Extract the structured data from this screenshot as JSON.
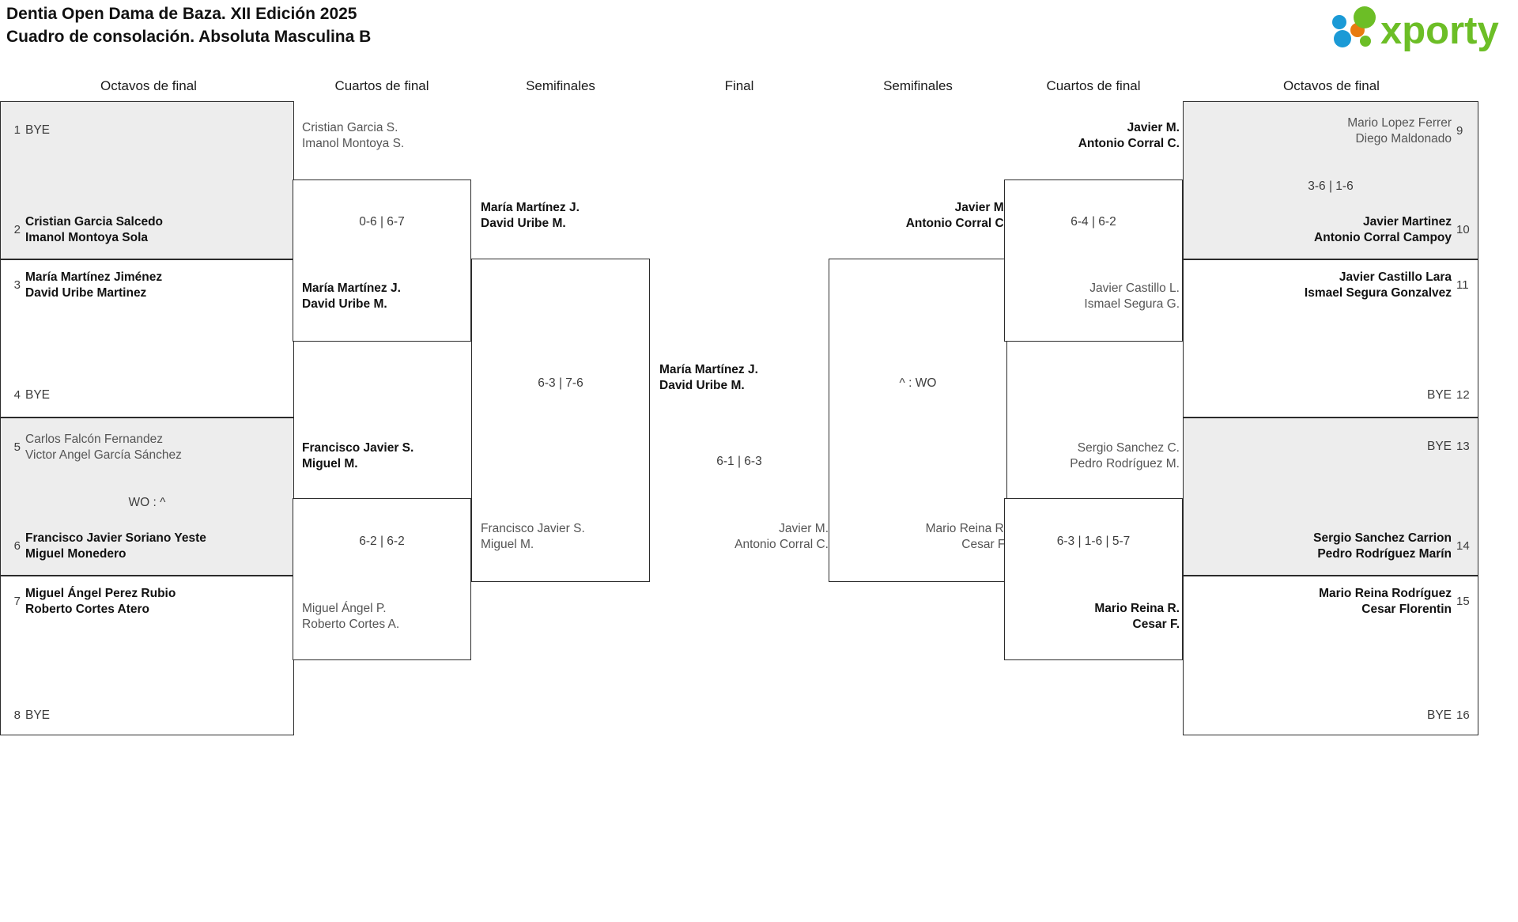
{
  "header": {
    "title_line1": "Dentia Open Dama de Baza. XII Edición 2025",
    "title_line2": "Cuadro de consolación. Absoluta Masculina B",
    "logo_text": "xporty",
    "logo_colors": {
      "green": "#6cbe26",
      "blue": "#1b9ad6",
      "orange": "#e87b10"
    }
  },
  "round_headers": {
    "left_r16": "Octavos de final",
    "left_qf": "Cuartos de final",
    "left_sf": "Semifinales",
    "final": "Final",
    "right_sf": "Semifinales",
    "right_qf": "Cuartos de final",
    "right_r16": "Octavos de final"
  },
  "bracket": {
    "left_r16": [
      {
        "seed": "1",
        "line1": "BYE",
        "line2": "",
        "state": "bye",
        "shade": true
      },
      {
        "seed": "2",
        "line1": "Cristian Garcia Salcedo",
        "line2": "Imanol Montoya Sola",
        "state": "win",
        "shade": true
      },
      {
        "seed": "3",
        "line1": "María Martínez Jiménez",
        "line2": "David Uribe Martinez",
        "state": "win",
        "shade": false
      },
      {
        "seed": "4",
        "line1": "BYE",
        "line2": "",
        "state": "bye",
        "shade": false
      },
      {
        "seed": "5",
        "line1": "Carlos Falcón Fernandez",
        "line2": "Victor Angel García Sánchez",
        "state": "lose",
        "shade": true
      },
      {
        "seed": "6",
        "line1": "Francisco Javier Soriano Yeste",
        "line2": "Miguel Monedero",
        "state": "win",
        "shade": true
      },
      {
        "seed": "7",
        "line1": "Miguel Ángel Perez Rubio",
        "line2": "Roberto Cortes Atero",
        "state": "win",
        "shade": false
      },
      {
        "seed": "8",
        "line1": "BYE",
        "line2": "",
        "state": "bye",
        "shade": false
      }
    ],
    "left_r16_scores": [
      "",
      "WO : ^",
      ""
    ],
    "right_r16": [
      {
        "seed": "9",
        "line1": "Mario Lopez Ferrer",
        "line2": "Diego Maldonado",
        "state": "lose",
        "shade": true
      },
      {
        "seed": "10",
        "line1": "Javier Martinez",
        "line2": "Antonio Corral Campoy",
        "state": "win",
        "shade": true
      },
      {
        "seed": "11",
        "line1": "Javier Castillo Lara",
        "line2": "Ismael Segura Gonzalvez",
        "state": "win",
        "shade": false
      },
      {
        "seed": "12",
        "line1": "BYE",
        "line2": "",
        "state": "bye",
        "shade": false
      },
      {
        "seed": "13",
        "line1": "BYE",
        "line2": "",
        "state": "bye",
        "shade": true
      },
      {
        "seed": "14",
        "line1": "Sergio Sanchez Carrion",
        "line2": "Pedro Rodríguez Marín",
        "state": "win",
        "shade": true
      },
      {
        "seed": "15",
        "line1": "Mario Reina Rodríguez",
        "line2": "Cesar Florentin",
        "state": "win",
        "shade": false
      },
      {
        "seed": "16",
        "line1": "BYE",
        "line2": "",
        "state": "bye",
        "shade": false
      }
    ],
    "right_r16_scores": [
      "3-6 | 1-6"
    ],
    "left_qf": {
      "match1": {
        "top_line1": "Cristian Garcia S.",
        "top_line2": "Imanol Montoya S.",
        "top_state": "lose",
        "score": "0-6 | 6-7",
        "bot_line1": "María Martínez J.",
        "bot_line2": "David Uribe M.",
        "bot_state": "win"
      },
      "match2": {
        "top_line1": "Francisco Javier S.",
        "top_line2": "Miguel M.",
        "top_state": "win",
        "score": "6-2 | 6-2",
        "bot_line1": "Miguel Ángel P.",
        "bot_line2": "Roberto Cortes A.",
        "bot_state": "lose"
      }
    },
    "left_sf": {
      "top_line1": "María Martínez J.",
      "top_line2": "David Uribe M.",
      "top_state": "win",
      "score": "6-3 | 7-6",
      "bot_line1": "Francisco Javier S.",
      "bot_line2": "Miguel M.",
      "bot_state": "lose"
    },
    "final": {
      "top_line1": "María Martínez J.",
      "top_line2": "David Uribe M.",
      "top_state": "win",
      "score": "6-1 | 6-3",
      "bot_line1": "Javier M.",
      "bot_line2": "Antonio Corral C.",
      "bot_state": "lose"
    },
    "right_qf": {
      "match1": {
        "top_line1": "Javier M.",
        "top_line2": "Antonio Corral C.",
        "top_state": "win",
        "score": "6-4 | 6-2",
        "bot_line1": "Javier Castillo L.",
        "bot_line2": "Ismael Segura G.",
        "bot_state": "lose"
      },
      "match2": {
        "top_line1": "Sergio Sanchez C.",
        "top_line2": "Pedro Rodríguez M.",
        "top_state": "lose",
        "score": "6-3 | 1-6 | 5-7",
        "bot_line1": "Mario Reina R.",
        "bot_line2": "Cesar F.",
        "bot_state": "win"
      }
    },
    "right_sf": {
      "top_line1": "Javier M.",
      "top_line2": "Antonio Corral C.",
      "top_state": "win",
      "score": "^ : WO",
      "bot_line1": "Mario Reina R.",
      "bot_line2": "Cesar F.",
      "bot_state": "lose"
    }
  }
}
